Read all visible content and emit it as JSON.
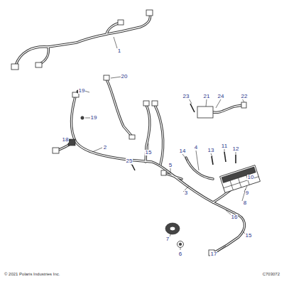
{
  "diagram": {
    "labels": [
      "1",
      "19",
      "20",
      "19",
      "23",
      "21",
      "24",
      "22",
      "18",
      "2",
      "15",
      "14",
      "4",
      "13",
      "11",
      "12",
      "25",
      "5",
      "10",
      "3",
      "9",
      "8",
      "16",
      "15",
      "7",
      "6",
      "17",
      "© 2021 Polaris Industries Inc.",
      "C703072"
    ]
  }
}
